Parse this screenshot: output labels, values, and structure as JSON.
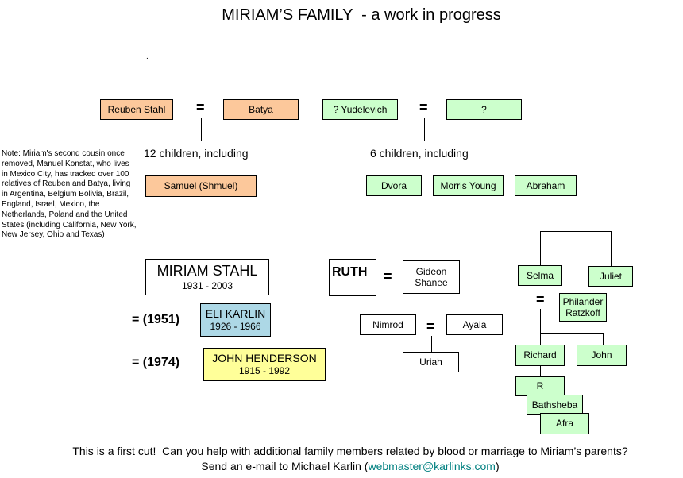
{
  "title": "MIRIAM’S FAMILY  - a work in progress",
  "dot": ".",
  "top_row": {
    "reuben": "Reuben Stahl",
    "eq1": "=",
    "batya": "Batya",
    "yudelevich": "? Yudelevich",
    "eq2": "=",
    "unknown": "?"
  },
  "children_left": "12 children, including",
  "children_right": "6 children, including",
  "note": "Note:  Miriam's second cousin once removed, Manuel Konstat, who lives in Mexico City, has tracked over 100 relatives of Reuben and Batya, living in Argentina, Belgium Bolivia, Brazil, England, Israel, Mexico, the Netherlands, Poland and the United States (including California, New York, New Jersey, Ohio and Texas)",
  "samuel": "Samuel (Shmuel)",
  "dvora": "Dvora",
  "morris": "Morris Young",
  "abraham": "Abraham",
  "miriam": {
    "name": "MIRIAM STAHL",
    "years": "1931 - 2003"
  },
  "marriage1": {
    "label": "= (1951)",
    "name": "ELI KARLIN",
    "years": "1926 - 1966"
  },
  "marriage2": {
    "label": "= (1974)",
    "name": "JOHN HENDERSON",
    "years": "1915 - 1992"
  },
  "ruth": {
    "name": "RUTH",
    "eq": "=",
    "spouse": "Gideon Shanee",
    "nimrod": "Nimrod",
    "eq2": "=",
    "ayala": "Ayala",
    "uriah": "Uriah"
  },
  "abraham_tree": {
    "selma": "Selma",
    "juliet": "Juliet",
    "eq": "=",
    "philander": "Philander Ratzkoff",
    "richard": "Richard",
    "john": "John",
    "r": "R",
    "bathsheba": "Bathsheba",
    "afra": "Afra"
  },
  "footer": {
    "line1": "This is a first cut!  Can you help with additional family members related by blood or marriage to Miriam’s parents?",
    "line2_prefix": "Send an e-mail to Michael Karlin (",
    "email": "webmaster@karlinks.com",
    "line2_suffix": ")"
  },
  "colors": {
    "orange": "#fcc89b",
    "green": "#ccffcc",
    "blue": "#add8e6",
    "yellow": "#ffff99",
    "link": "#008080"
  }
}
